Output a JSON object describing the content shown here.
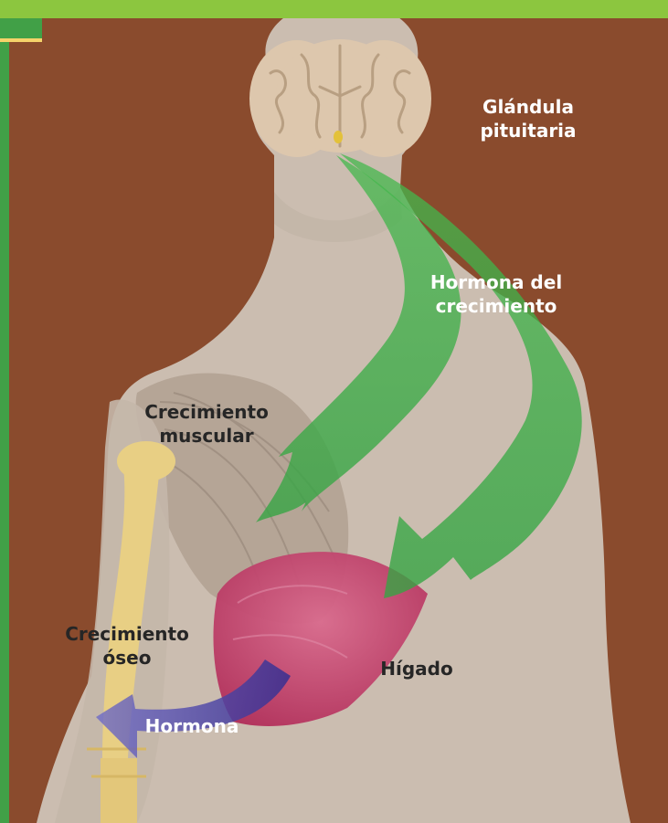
{
  "colors": {
    "background": "#8a4b2d",
    "frame_top": "#8cc63f",
    "frame_left": "#41a047",
    "frame_corner": "#f5d36a",
    "body": "#cfc3b7",
    "brain": "#ddc7ad",
    "muscle": "#b2a294",
    "bone": "#e8cf84",
    "liver": "#c43865",
    "growth_arrow": "#3fb049",
    "hormone_arrow": "#4a44a6",
    "label_light": "#ffffff",
    "label_dark": "#262626"
  },
  "labels": {
    "pituitary": [
      "Glándula",
      "pituitaria"
    ],
    "growth_hormone": [
      "Hormona del",
      "crecimiento"
    ],
    "muscle_growth": [
      "Crecimiento",
      "muscular"
    ],
    "liver": "Hígado",
    "bone_growth": [
      "Crecimiento",
      "óseo"
    ],
    "hormone": "Hormona"
  },
  "icons": {
    "brain": "brain-icon",
    "pituitary": "pituitary-gland-icon",
    "liver": "liver-icon",
    "bone": "arm-bone-icon",
    "muscle": "shoulder-muscle-icon"
  }
}
